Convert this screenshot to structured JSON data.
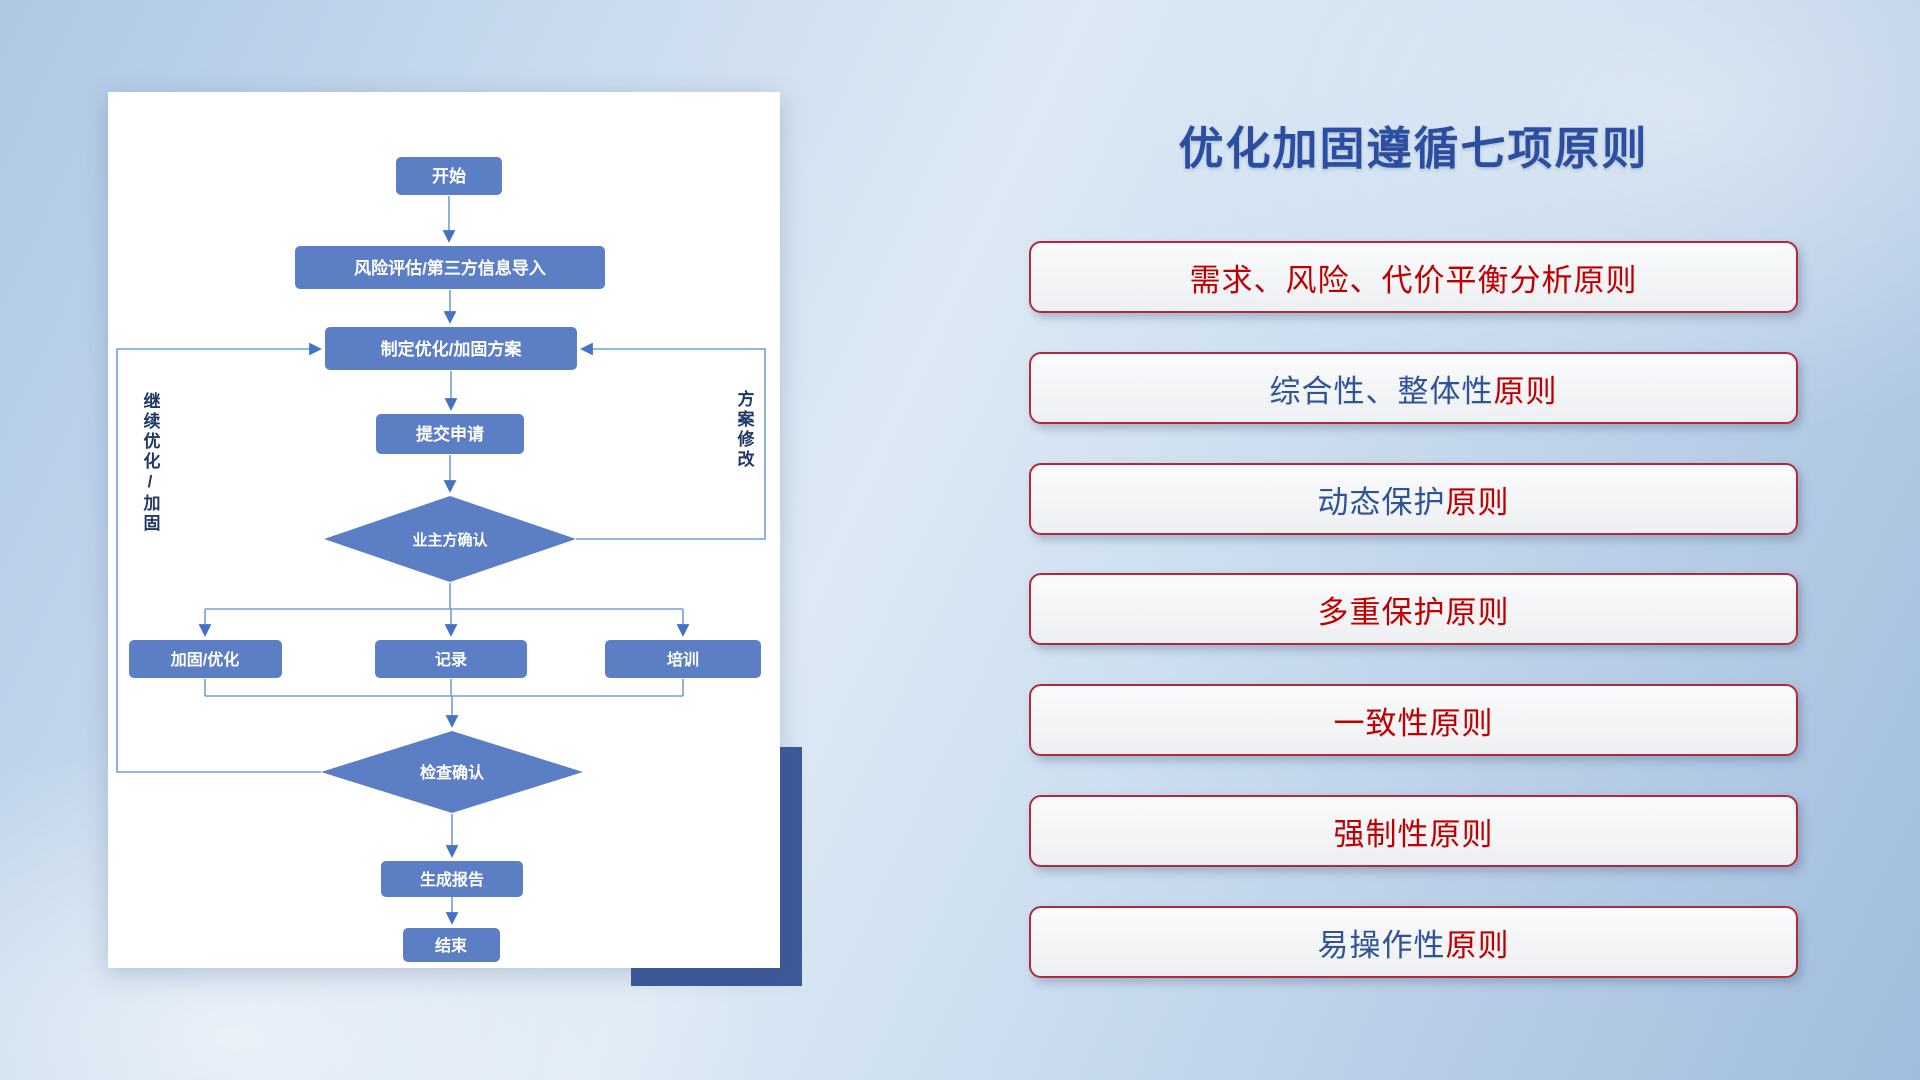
{
  "title": "优化加固遵循七项原则",
  "flowchart": {
    "start": "开始",
    "risk_import": "风险评估/第三方信息导入",
    "make_plan": "制定优化/加固方案",
    "submit": "提交申请",
    "owner_confirm": "业主方确认",
    "harden_optimize": "加固/优化",
    "record": "记录",
    "training": "培训",
    "check_confirm": "检查确认",
    "report": "生成报告",
    "end": "结束",
    "left_loop_label": "继续优化/加固",
    "right_loop_label": "方案修改"
  },
  "principles": [
    {
      "segments": [
        {
          "text": "需求、风险、代价平衡分析原则",
          "color": "red"
        }
      ]
    },
    {
      "segments": [
        {
          "text": "综合性、整体性",
          "color": "blue"
        },
        {
          "text": "原则",
          "color": "red"
        }
      ]
    },
    {
      "segments": [
        {
          "text": "动态保护",
          "color": "blue"
        },
        {
          "text": "原则",
          "color": "red"
        }
      ]
    },
    {
      "segments": [
        {
          "text": "多重保护原则",
          "color": "red"
        }
      ]
    },
    {
      "segments": [
        {
          "text": "一致性原则",
          "color": "red"
        }
      ]
    },
    {
      "segments": [
        {
          "text": "强制性原则",
          "color": "red"
        }
      ]
    },
    {
      "segments": [
        {
          "text": "易操作性",
          "color": "blue"
        },
        {
          "text": "原则",
          "color": "red"
        }
      ]
    }
  ],
  "colors": {
    "red": "#C00000",
    "blue": "#2E5396",
    "title_blue": "#2B4EA0",
    "node_fill": "#5B7EC4",
    "connector": "#6FA0D8",
    "arrow": "#4472C4",
    "box_border": "#B02A3C",
    "accent_navy": "#3E5A99"
  }
}
